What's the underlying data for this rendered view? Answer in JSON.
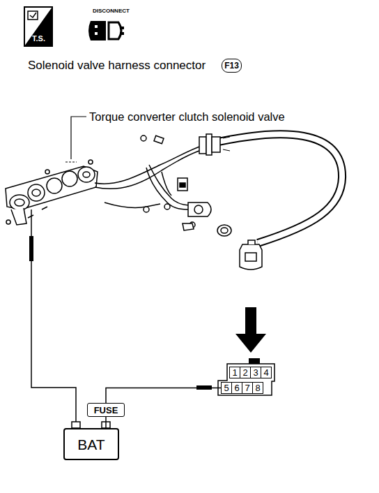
{
  "diagram": {
    "title": "Solenoid valve harness connector",
    "nodes": [
      {
        "text": [
          "F13"
        ]
      },
      {
        "text": [
          "1"
        ]
      },
      {
        "text": [
          "2"
        ]
      },
      {
        "text": [
          "3"
        ]
      },
      {
        "text": [
          "4"
        ]
      },
      {
        "text": [
          "5"
        ]
      },
      {
        "text": [
          "6"
        ]
      },
      {
        "text": [
          "7"
        ]
      },
      {
        "text": [
          "8"
        ]
      },
      {
        "text": [
          "FUSE"
        ]
      },
      {
        "text": [
          "BAT"
        ]
      }
    ],
    "edges": [
      {
        "from": 10,
        "to": 9,
        "arrow": "none"
      },
      {
        "from": 9,
        "to": 5,
        "arrow": "none"
      }
    ],
    "labels": [
      "T.S.",
      "DISCONNECT",
      "Torque converter clutch solenoid valve"
    ]
  }
}
